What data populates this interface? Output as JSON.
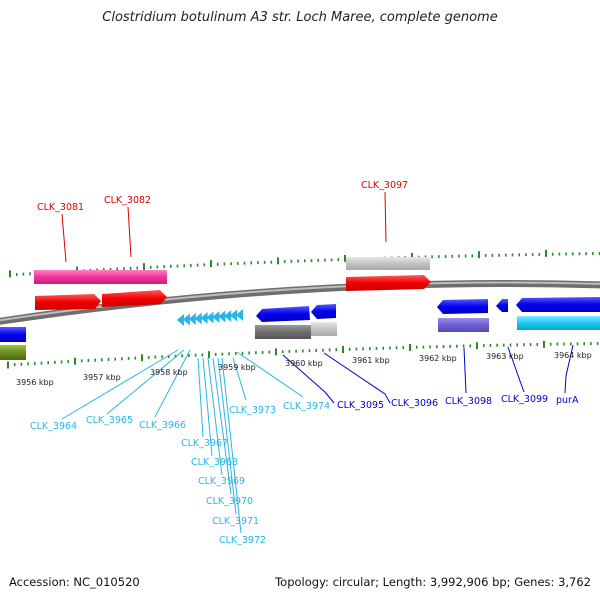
{
  "title": "Clostridium botulinum A3 str. Loch Maree, complete genome",
  "footer": {
    "accession": "Accession: NC_010520",
    "stats": "Topology: circular; Length: 3,992,906 bp; Genes: 3,762"
  },
  "colors": {
    "red_label": "#dd0000",
    "blue_label": "#0000cc",
    "cyan_label": "#27b6e5",
    "tick_green": "#2a8a2a",
    "backbone": "#8a8a8a"
  },
  "scale_labels": [
    "3956 kbp",
    "3957 kbp",
    "3958 kbp",
    "3959 kbp",
    "3960 kbp",
    "3961 kbp",
    "3962 kbp",
    "3963 kbp",
    "3964 kbp"
  ],
  "gene_labels": {
    "red": [
      "CLK_3081",
      "CLK_3082",
      "CLK_3097"
    ],
    "blue": [
      "CLK_3095",
      "CLK_3096",
      "CLK_3098",
      "CLK_3099",
      "purA"
    ],
    "cyan": [
      "CLK_3964",
      "CLK_3965",
      "CLK_3966",
      "CLK_3967",
      "CLK_3968",
      "CLK_3969",
      "CLK_3970",
      "CLK_3971",
      "CLK_3972",
      "CLK_3973",
      "CLK_3974"
    ]
  }
}
